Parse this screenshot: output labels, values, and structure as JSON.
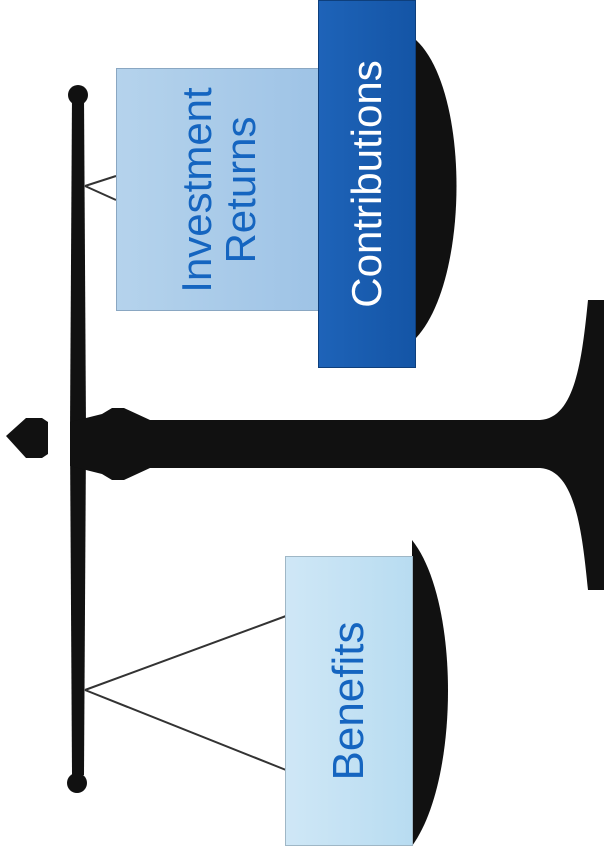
{
  "diagram": {
    "boxes": {
      "benefits": {
        "label": "Benefits"
      },
      "investment_returns": {
        "line1": "Investment",
        "line2": "Returns"
      },
      "contributions": {
        "label": "Contributions"
      }
    },
    "colors": {
      "scale": "#111111",
      "light_box_fill": "#cfe7f6",
      "returns_box_fill": "#a9cbea",
      "contributions_box_fill": "#1a5fb2",
      "blue_text": "#1565c0",
      "white_text": "#ffffff"
    }
  }
}
